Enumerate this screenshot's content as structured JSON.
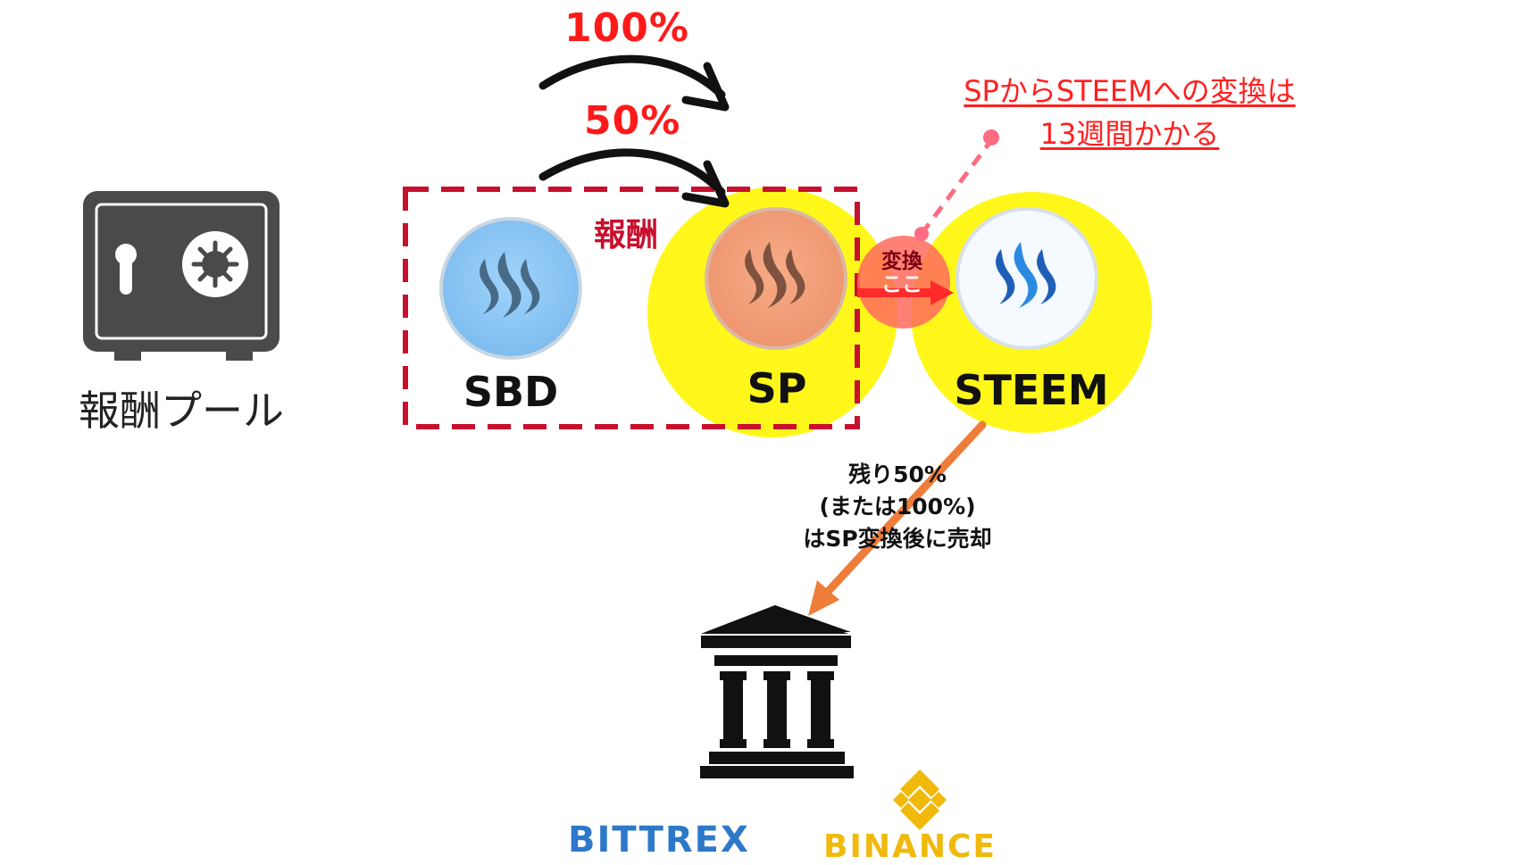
{
  "arrows": {
    "top_pct": "100%",
    "mid_pct": "50%"
  },
  "reward_pool": {
    "label": "報酬プール",
    "icon": "safe-icon"
  },
  "reward_group": {
    "label": "報酬"
  },
  "coins": {
    "sbd": {
      "label": "SBD",
      "color": "#8fc8f4",
      "icon": "steem-logo-icon"
    },
    "sp": {
      "label": "SP",
      "color": "#f2a07a",
      "icon": "steem-logo-icon"
    },
    "steem": {
      "label": "STEEM",
      "color": "#f4faff",
      "icon": "steem-logo-icon"
    }
  },
  "conversion": {
    "line1": "変換",
    "line2": "ここ"
  },
  "note": {
    "line1": "SPからSTEEMへの変換は",
    "line2": "13週間かかる"
  },
  "remainder": {
    "line1": "残り50%",
    "line2": "(または100%)",
    "line3": "はSP変換後に売却"
  },
  "exchange": {
    "icon": "bank-icon",
    "bittrex": "BITTREX",
    "binance": "BINANCE"
  },
  "colors": {
    "highlight": "#fff71a",
    "reward_dash": "#c8102e",
    "accent_red": "#ff1a1a",
    "arrow_orange": "#ee7d3a",
    "dark_gray": "#4a4a4a",
    "bittrex_blue": "#2e78c9",
    "binance_gold": "#f0b90b"
  }
}
